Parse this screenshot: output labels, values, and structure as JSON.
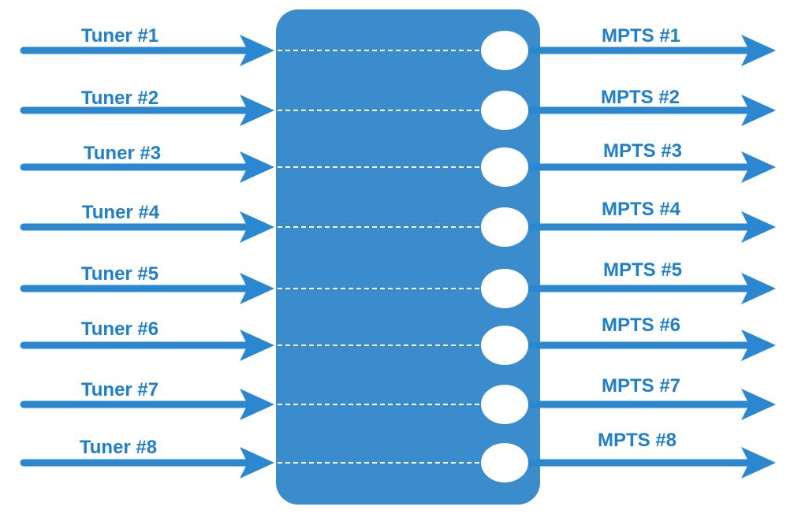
{
  "colors": {
    "accent": "#2b87cf",
    "box": "#3a8ccc",
    "port": "#ffffff",
    "link": "#ffffff",
    "text": "#1f7fc9",
    "background": "#ffffff"
  },
  "inputs": [
    {
      "label": "Tuner #1"
    },
    {
      "label": "Tuner #2"
    },
    {
      "label": "Tuner #3"
    },
    {
      "label": "Tuner #4"
    },
    {
      "label": "Tuner #5"
    },
    {
      "label": "Tuner #6"
    },
    {
      "label": "Tuner #7"
    },
    {
      "label": "Tuner #8"
    }
  ],
  "outputs": [
    {
      "label": "MPTS #1"
    },
    {
      "label": "MPTS #2"
    },
    {
      "label": "MPTS #3"
    },
    {
      "label": "MPTS #4"
    },
    {
      "label": "MPTS #5"
    },
    {
      "label": "MPTS #6"
    },
    {
      "label": "MPTS #7"
    },
    {
      "label": "MPTS #8"
    }
  ]
}
